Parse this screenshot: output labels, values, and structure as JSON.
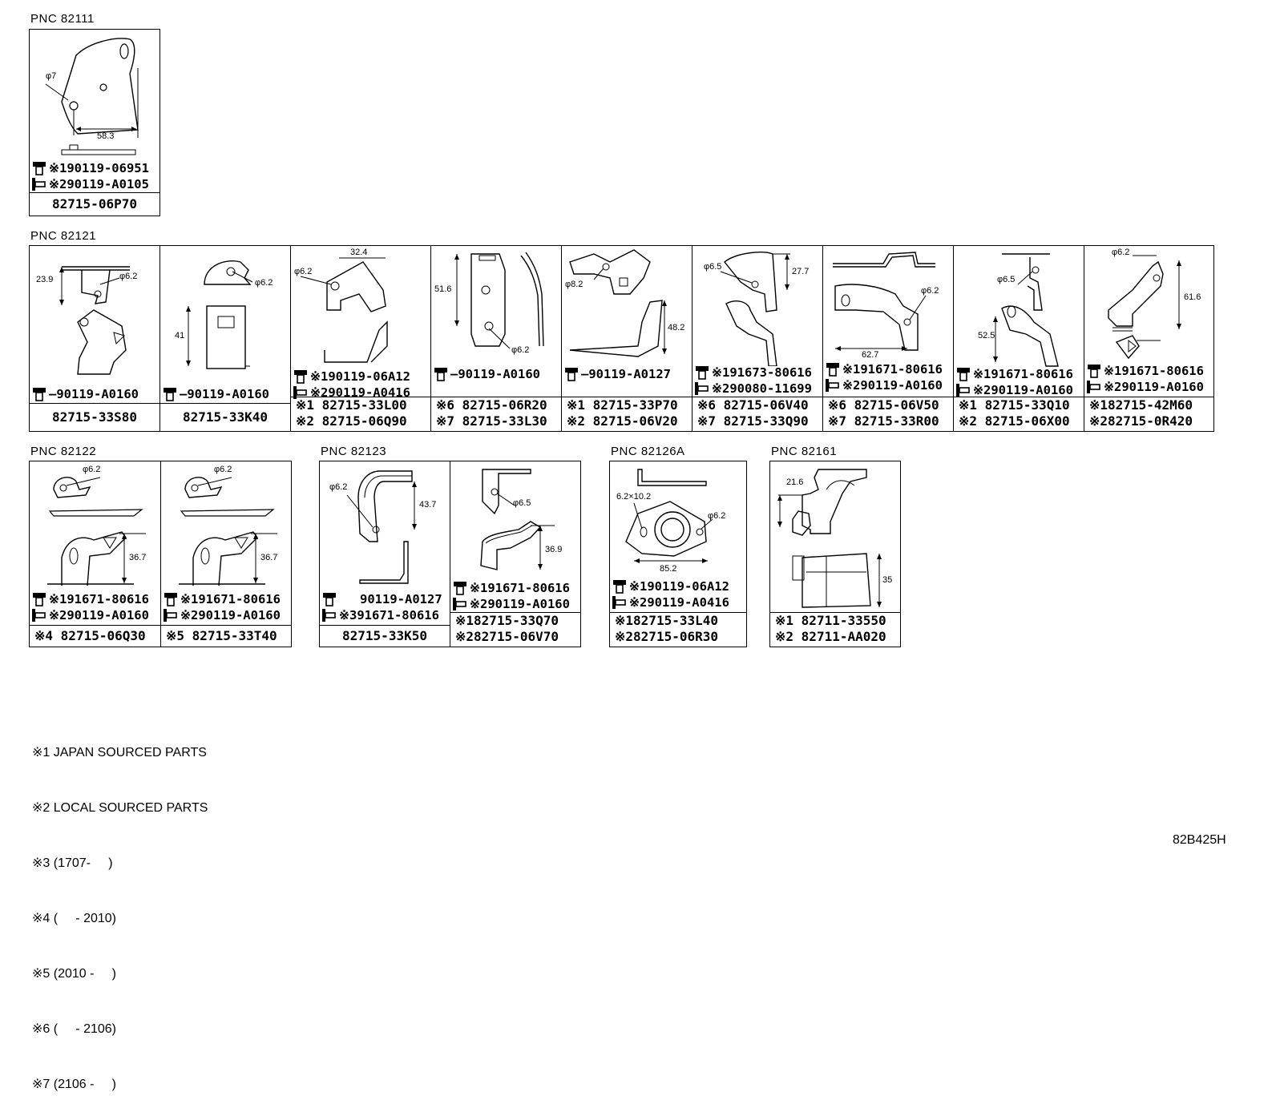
{
  "pnc_labels": [
    "PNC 82111",
    "PNC 82121",
    "PNC 82122",
    "PNC 82123",
    "PNC 82126A",
    "PNC 82161"
  ],
  "cells": [
    {
      "fasteners": [
        "※190119-06951",
        "※290119-A0105"
      ],
      "numbers": [
        "82715-06P70"
      ],
      "dims": [
        "φ7",
        "58.3"
      ]
    },
    {
      "fasteners": [
        "—90119-A0160"
      ],
      "numbers": [
        "82715-33S80"
      ],
      "dims": [
        "23.9",
        "φ6.2"
      ]
    },
    {
      "fasteners": [
        "—90119-A0160"
      ],
      "numbers": [
        "82715-33K40"
      ],
      "dims": [
        "φ6.2",
        "41"
      ]
    },
    {
      "fasteners": [
        "※190119-06A12",
        "※290119-A0416"
      ],
      "numbers": [
        "※1 82715-33L00",
        "※2 82715-06Q90"
      ],
      "dims": [
        "φ6.2",
        "32.4"
      ]
    },
    {
      "fasteners": [
        "—90119-A0160"
      ],
      "numbers": [
        "※6 82715-06R20",
        "※7 82715-33L30"
      ],
      "dims": [
        "51.6",
        "φ6.2"
      ]
    },
    {
      "fasteners": [
        "—90119-A0127"
      ],
      "numbers": [
        "※1 82715-33P70",
        "※2 82715-06V20"
      ],
      "dims": [
        "φ8.2",
        "48.2"
      ]
    },
    {
      "fasteners": [
        "※191673-80616",
        "※290080-11699"
      ],
      "numbers": [
        "※6 82715-06V40",
        "※7 82715-33Q90"
      ],
      "dims": [
        "φ6.5",
        "27.7"
      ]
    },
    {
      "fasteners": [
        "※191671-80616",
        "※290119-A0160"
      ],
      "numbers": [
        "※6 82715-06V50",
        "※7 82715-33R00"
      ],
      "dims": [
        "φ6.2",
        "62.7"
      ]
    },
    {
      "fasteners": [
        "※191671-80616",
        "※290119-A0160"
      ],
      "numbers": [
        "※1 82715-33Q10",
        "※2 82715-06X00"
      ],
      "dims": [
        "φ6.5",
        "52.5"
      ]
    },
    {
      "fasteners": [
        "※191671-80616",
        "※290119-A0160"
      ],
      "numbers": [
        "※182715-42M60",
        "※282715-0R420"
      ],
      "dims": [
        "φ6.2",
        "61.6"
      ]
    },
    {
      "fasteners": [
        "※191671-80616",
        "※290119-A0160"
      ],
      "numbers": [
        "※4 82715-06Q30"
      ],
      "dims": [
        "φ6.2",
        "36.7"
      ]
    },
    {
      "fasteners": [
        "※191671-80616",
        "※290119-A0160"
      ],
      "numbers": [
        "※5 82715-33T40"
      ],
      "dims": [
        "φ6.2",
        "36.7"
      ]
    },
    {
      "fasteners": [
        "90119-A0127",
        "※391671-80616"
      ],
      "numbers": [
        "82715-33K50"
      ],
      "dims": [
        "φ6.2",
        "43.7"
      ]
    },
    {
      "fasteners": [
        "※191671-80616",
        "※290119-A0160"
      ],
      "numbers": [
        "※182715-33Q70",
        "※282715-06V70"
      ],
      "dims": [
        "φ6.5",
        "36.9"
      ]
    },
    {
      "fasteners": [
        "※190119-06A12",
        "※290119-A0416"
      ],
      "numbers": [
        "※182715-33L40",
        "※282715-06R30"
      ],
      "dims": [
        "6.2×10.2",
        "φ6.2",
        "85.2"
      ]
    },
    {
      "fasteners": [],
      "numbers": [
        "※1 82711-33550",
        "※2 82711-AA020"
      ],
      "dims": [
        "21.6",
        "35"
      ]
    }
  ],
  "notes": [
    "※1 JAPAN SOURCED PARTS",
    "※2 LOCAL SOURCED PARTS",
    "※3 (1707-     )",
    "※4 (     - 2010)",
    "※5 (2010 -     )",
    "※6 (     - 2106)",
    "※7 (2106 -     )"
  ],
  "diagram_ref": "82B425H"
}
